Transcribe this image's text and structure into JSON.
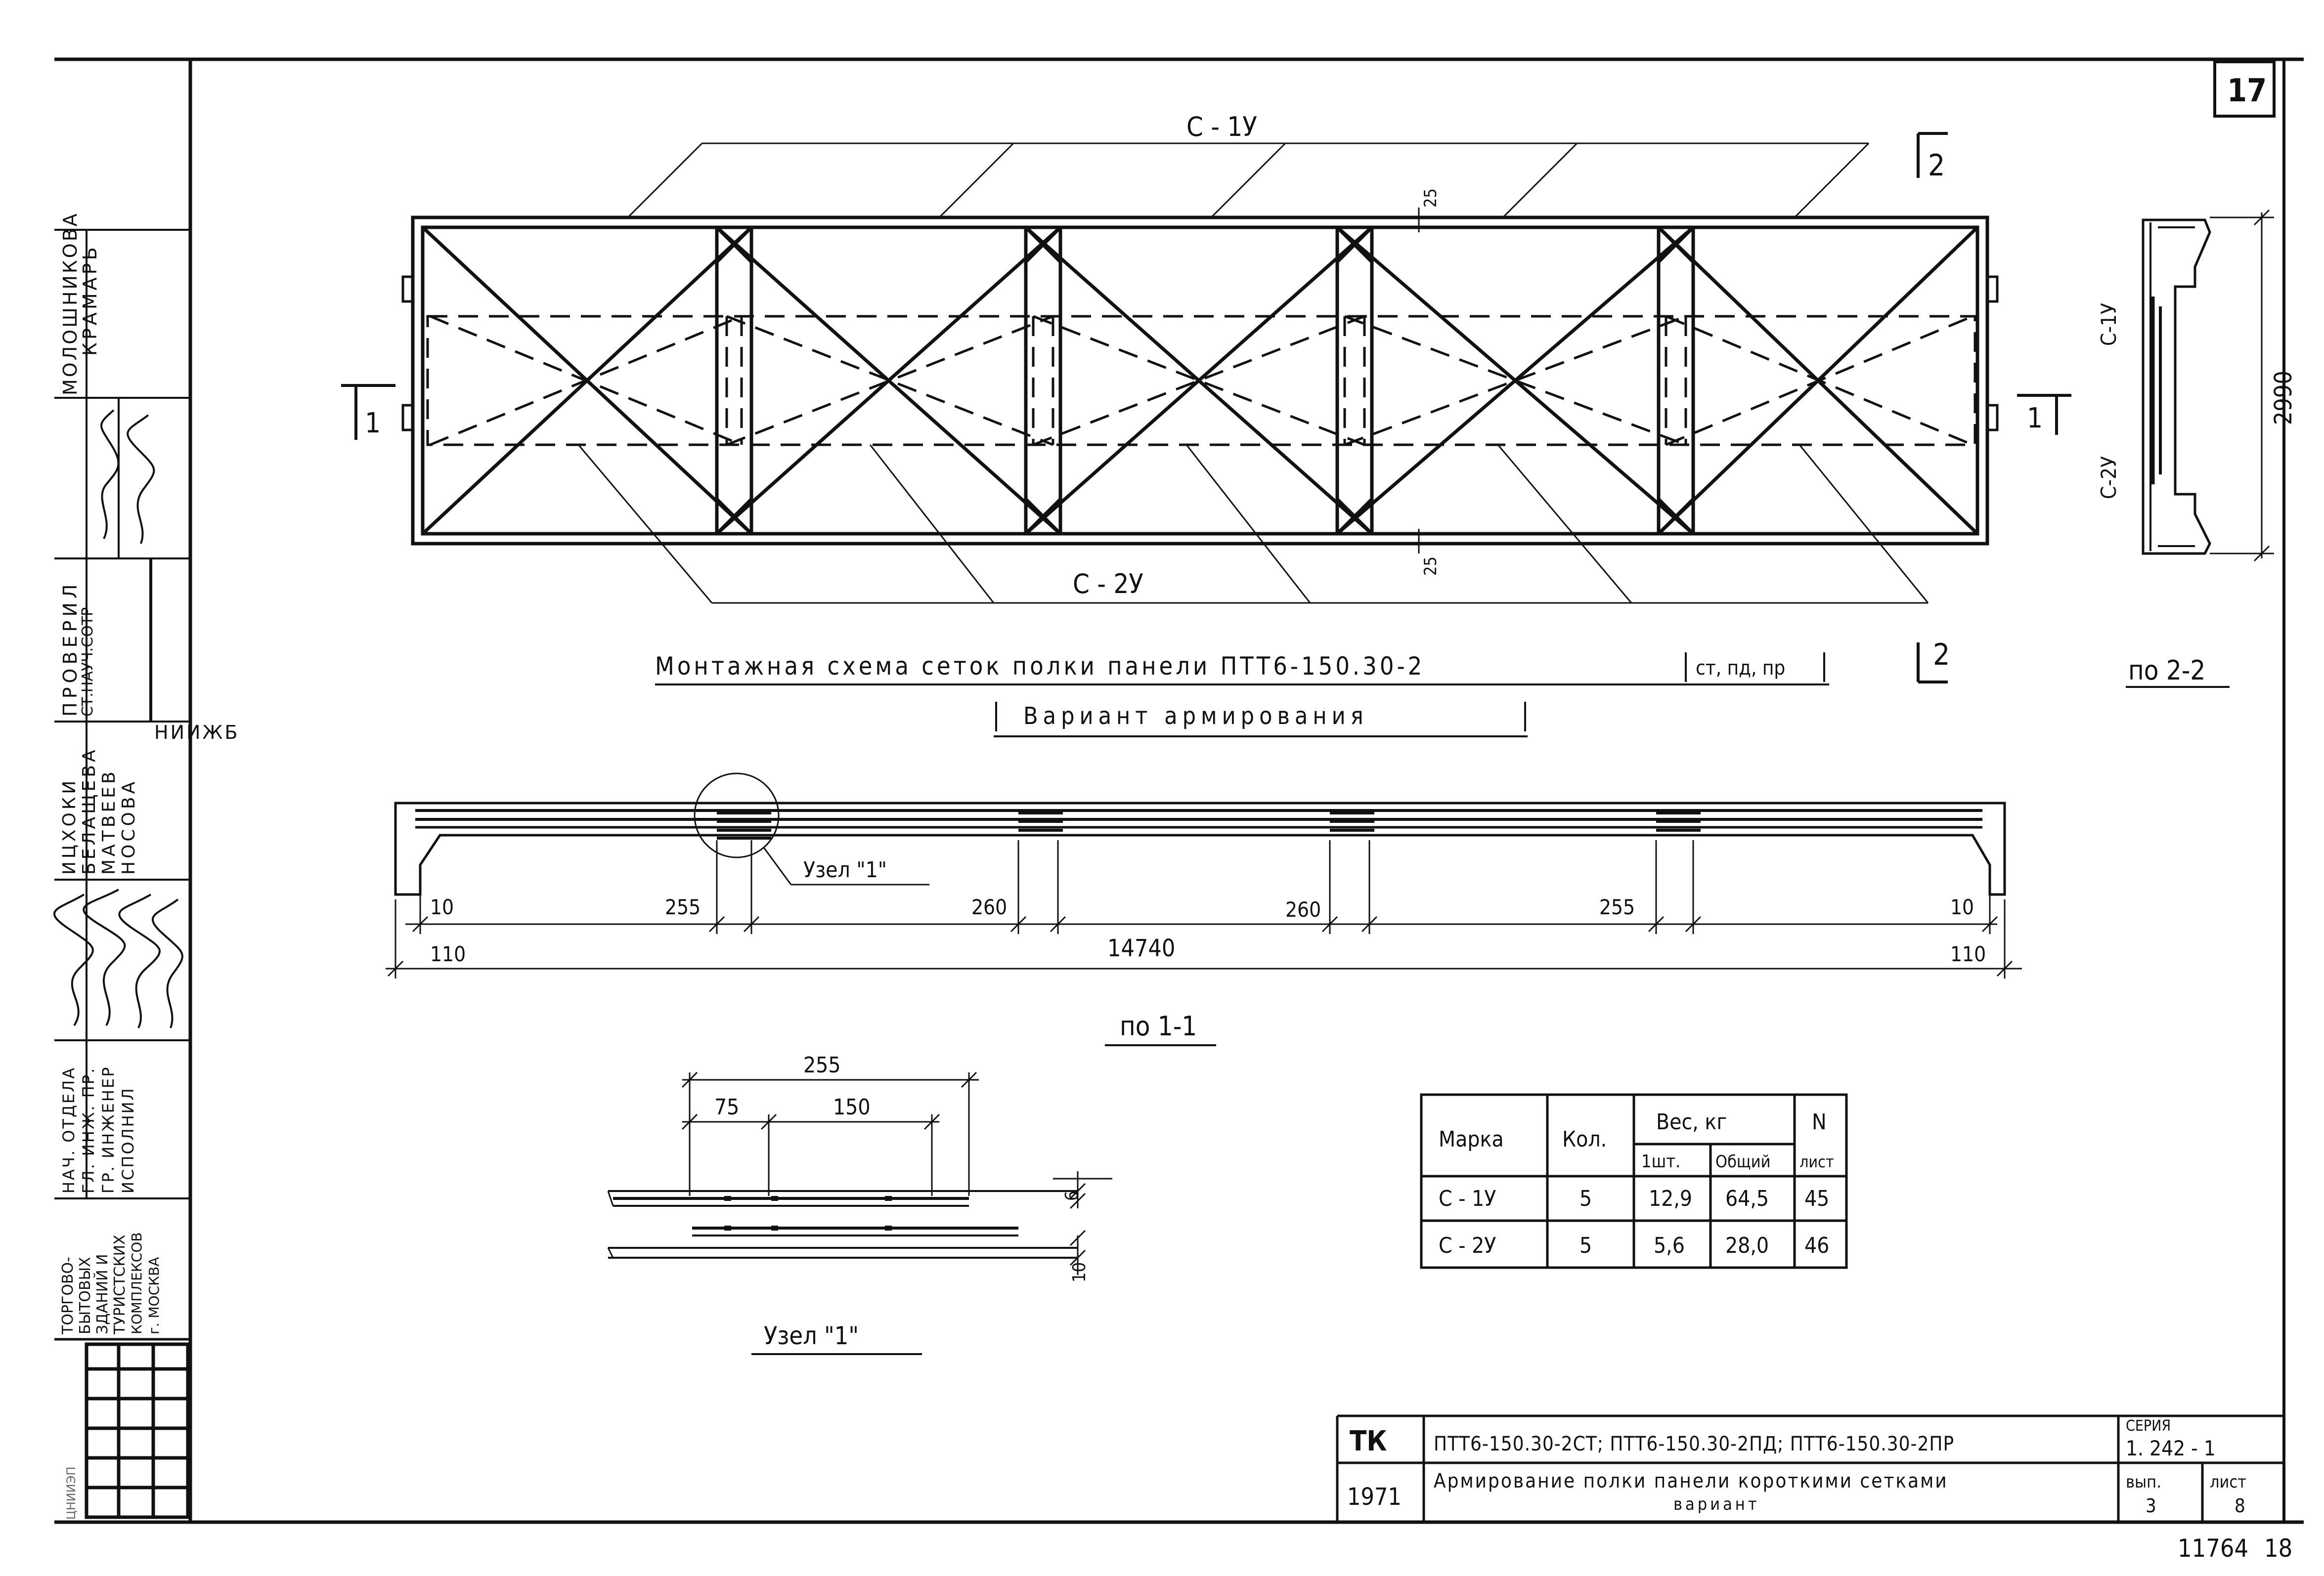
{
  "sheet_number": "17",
  "footer_number": "11764",
  "footer_page": "18",
  "main_view": {
    "label_top": "С - 1У",
    "label_bottom": "С - 2У",
    "dim_top": "25",
    "dim_bottom": "25"
  },
  "section_marks": {
    "mark_1": "1",
    "mark_2": "2"
  },
  "side_view": {
    "label_c1": "С-1У",
    "label_c2": "С-2У",
    "dim_height": "2990",
    "caption": "по 2-2"
  },
  "titles": {
    "main_title": "Монтажная схема сеток полки панели ПТТ6-150.30-2",
    "main_title_suffix": "ст, пд, пр",
    "subtitle": "Вариант армирования"
  },
  "section_view": {
    "node_label": "Узел \"1\"",
    "dims": [
      "10",
      "255",
      "260",
      "260",
      "255",
      "10"
    ],
    "overall": "14740",
    "end_dim_left": "110",
    "end_dim_right": "110",
    "caption": "по 1-1"
  },
  "node_detail": {
    "dim_total": "255",
    "dim_a": "75",
    "dim_b": "150",
    "dim_gap": "6",
    "dim_thk": "10",
    "caption": "Узел \"1\""
  },
  "spec_table": {
    "headers": {
      "mark": "Марка",
      "qty": "Кол.",
      "weight": "Вес, кг",
      "unit": "1шт.",
      "total": "Общий",
      "n": "N",
      "sheet": "лист"
    },
    "rows": [
      {
        "mark": "С - 1У",
        "qty": "5",
        "unit": "12,9",
        "total": "64,5",
        "sheet": "45"
      },
      {
        "mark": "С - 2У",
        "qty": "5",
        "unit": "5,6",
        "total": "28,0",
        "sheet": "46"
      }
    ]
  },
  "title_block": {
    "tk": "ТК",
    "year": "1971",
    "codes": "ПТТ6-150.30-2СТ; ПТТ6-150.30-2ПД; ПТТ6-150.30-2ПР",
    "title": "Армирование полки панели короткими сетками",
    "title_sub": "вариант",
    "series_label": "СЕРИЯ",
    "series_value": "1. 242 - 1",
    "issue_label": "вып.",
    "issue_value": "3",
    "sheet_label": "лист",
    "sheet_value": "8"
  },
  "left_stamp": {
    "org_logo": "ЦНИИЭП",
    "org": [
      "ТОРГОВО-",
      "БЫТОВЫХ",
      "ЗДАНИЙ И",
      "ТУРИСТСКИХ",
      "КОМПЛЕКСОВ",
      "г. МОСКВА"
    ],
    "roles": [
      "НАЧ. ОТДЕЛА",
      "ГЛ. ИНЖ. ПР.",
      "ГР. ИНЖЕНЕР",
      "ИСПОЛНИЛ"
    ],
    "names": [
      "ИЦХОКИ",
      "БЕЛАЩЕВА",
      "МАТВЕЕВ",
      "НОСОВА"
    ],
    "dept": "НИИЖБ",
    "check": [
      "ПРОВЕРИЛ",
      "СТ.НАУЧ.СОТР"
    ],
    "checkers": [
      "МОЛОШНИКОВА",
      "КРАМАРЬ"
    ]
  }
}
